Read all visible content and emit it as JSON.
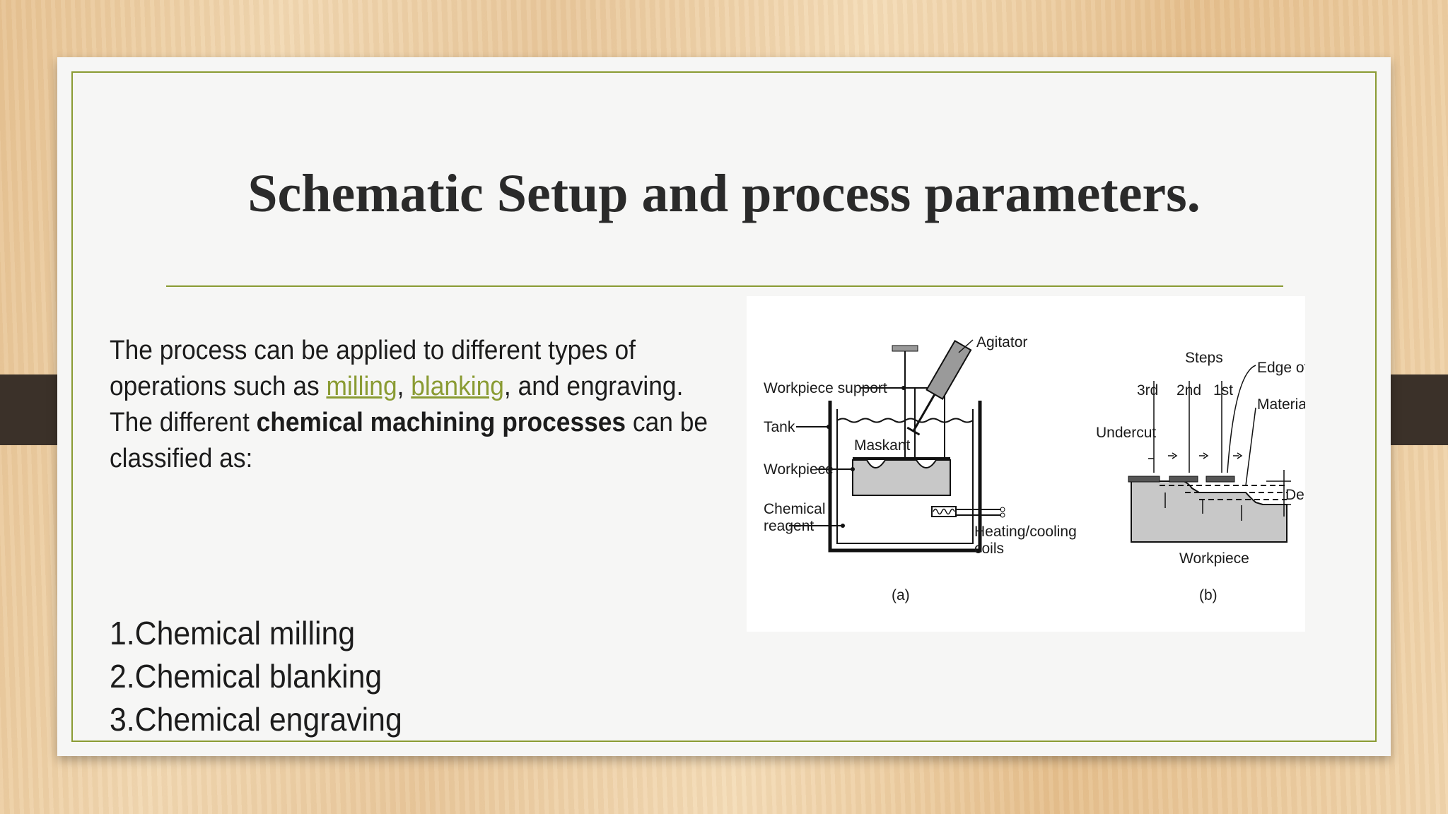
{
  "slide": {
    "title": "Schematic Setup and process parameters.",
    "intro": {
      "text_1": "The process can be applied to different types of operations such as ",
      "link_milling": "milling",
      "sep": ", ",
      "link_blanking": "blanking",
      "text_2": ", and engraving. The different ",
      "bold": "chemical machining processes",
      "text_3": " can be classified as:"
    },
    "list": [
      "1.Chemical milling",
      "2.Chemical blanking",
      "3.Chemical engraving"
    ],
    "accent_color": "#8a9b33"
  },
  "figure": {
    "a": {
      "caption": "(a)",
      "labels": {
        "agitator": "Agitator",
        "workpiece_support": "Workpiece support",
        "tank": "Tank",
        "maskant": "Maskant",
        "workpiece": "Workpiece",
        "chemical": "Chemical",
        "reagent": "reagent",
        "heating_cooling": "Heating/cooling",
        "coils": "coils"
      }
    },
    "b": {
      "caption": "(b)",
      "labels": {
        "steps": "Steps",
        "third": "3rd",
        "second": "2nd",
        "first": "1st",
        "edge_of_maskant": "Edge of maskant",
        "material_removed": "Material removed",
        "undercut": "Undercut",
        "depth": "Depth",
        "workpiece": "Workpiece"
      }
    }
  }
}
